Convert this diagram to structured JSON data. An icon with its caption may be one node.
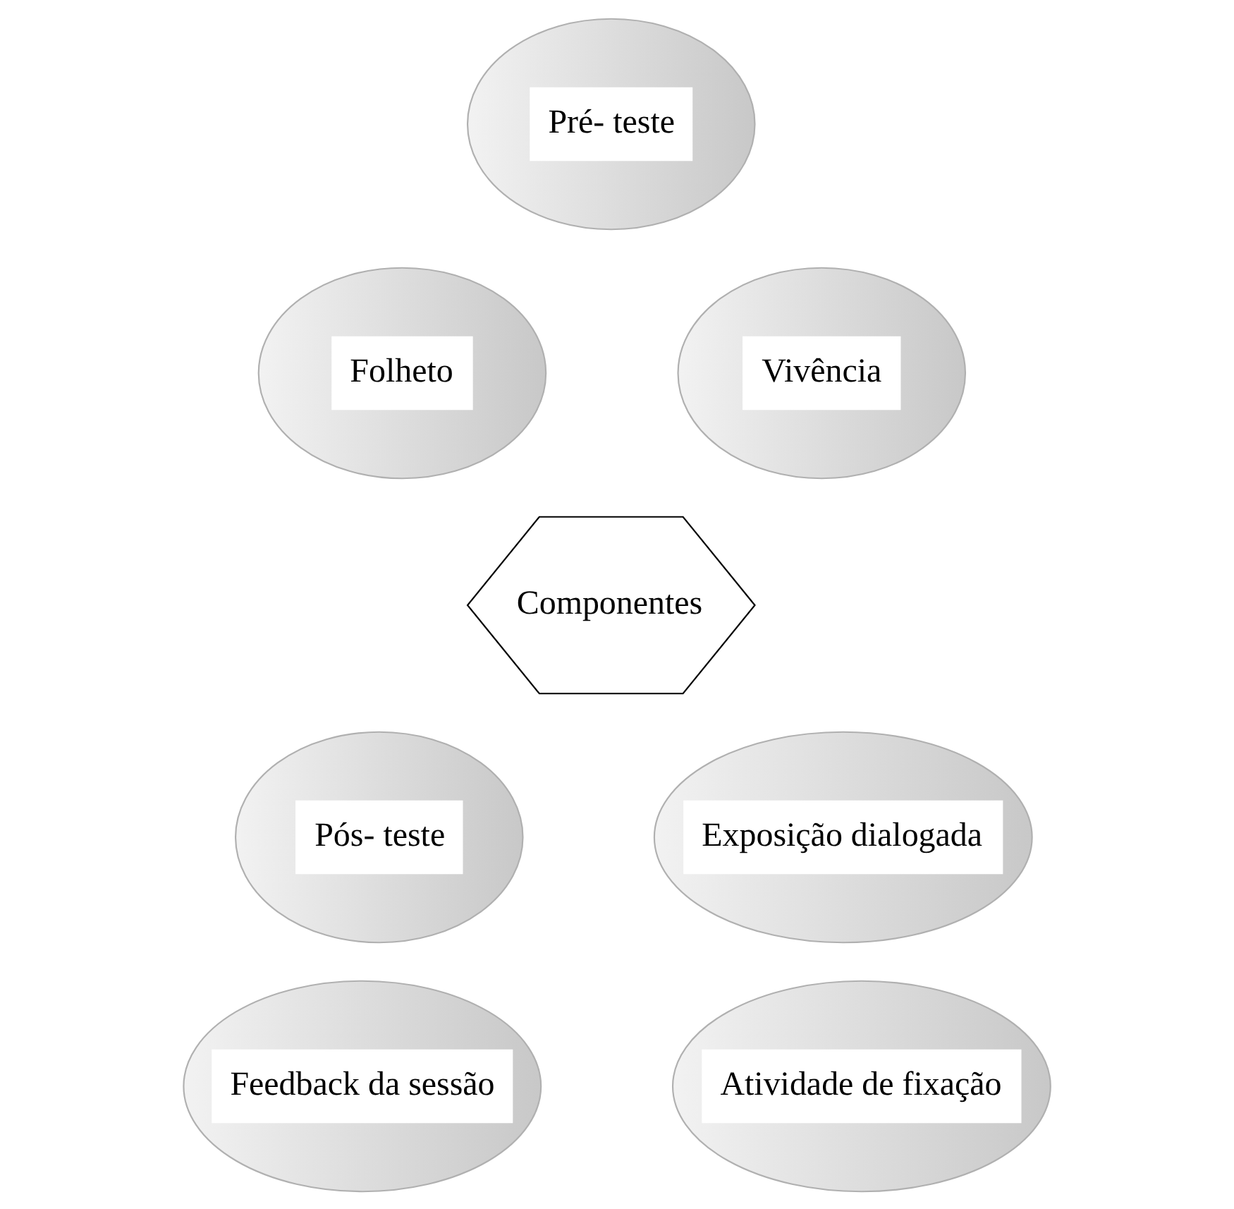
{
  "diagram": {
    "nodes": [
      {
        "text": [
          "Pré- teste"
        ]
      },
      {
        "text": [
          "Folheto"
        ]
      },
      {
        "text": [
          "Vivência"
        ]
      },
      {
        "text": [
          "Componentes"
        ]
      },
      {
        "text": [
          "Pós- teste"
        ]
      },
      {
        "text": [
          "Exposição dialogada"
        ]
      },
      {
        "text": [
          "Feedback da sessão"
        ]
      },
      {
        "text": [
          "Atividade de fixação"
        ]
      }
    ]
  }
}
